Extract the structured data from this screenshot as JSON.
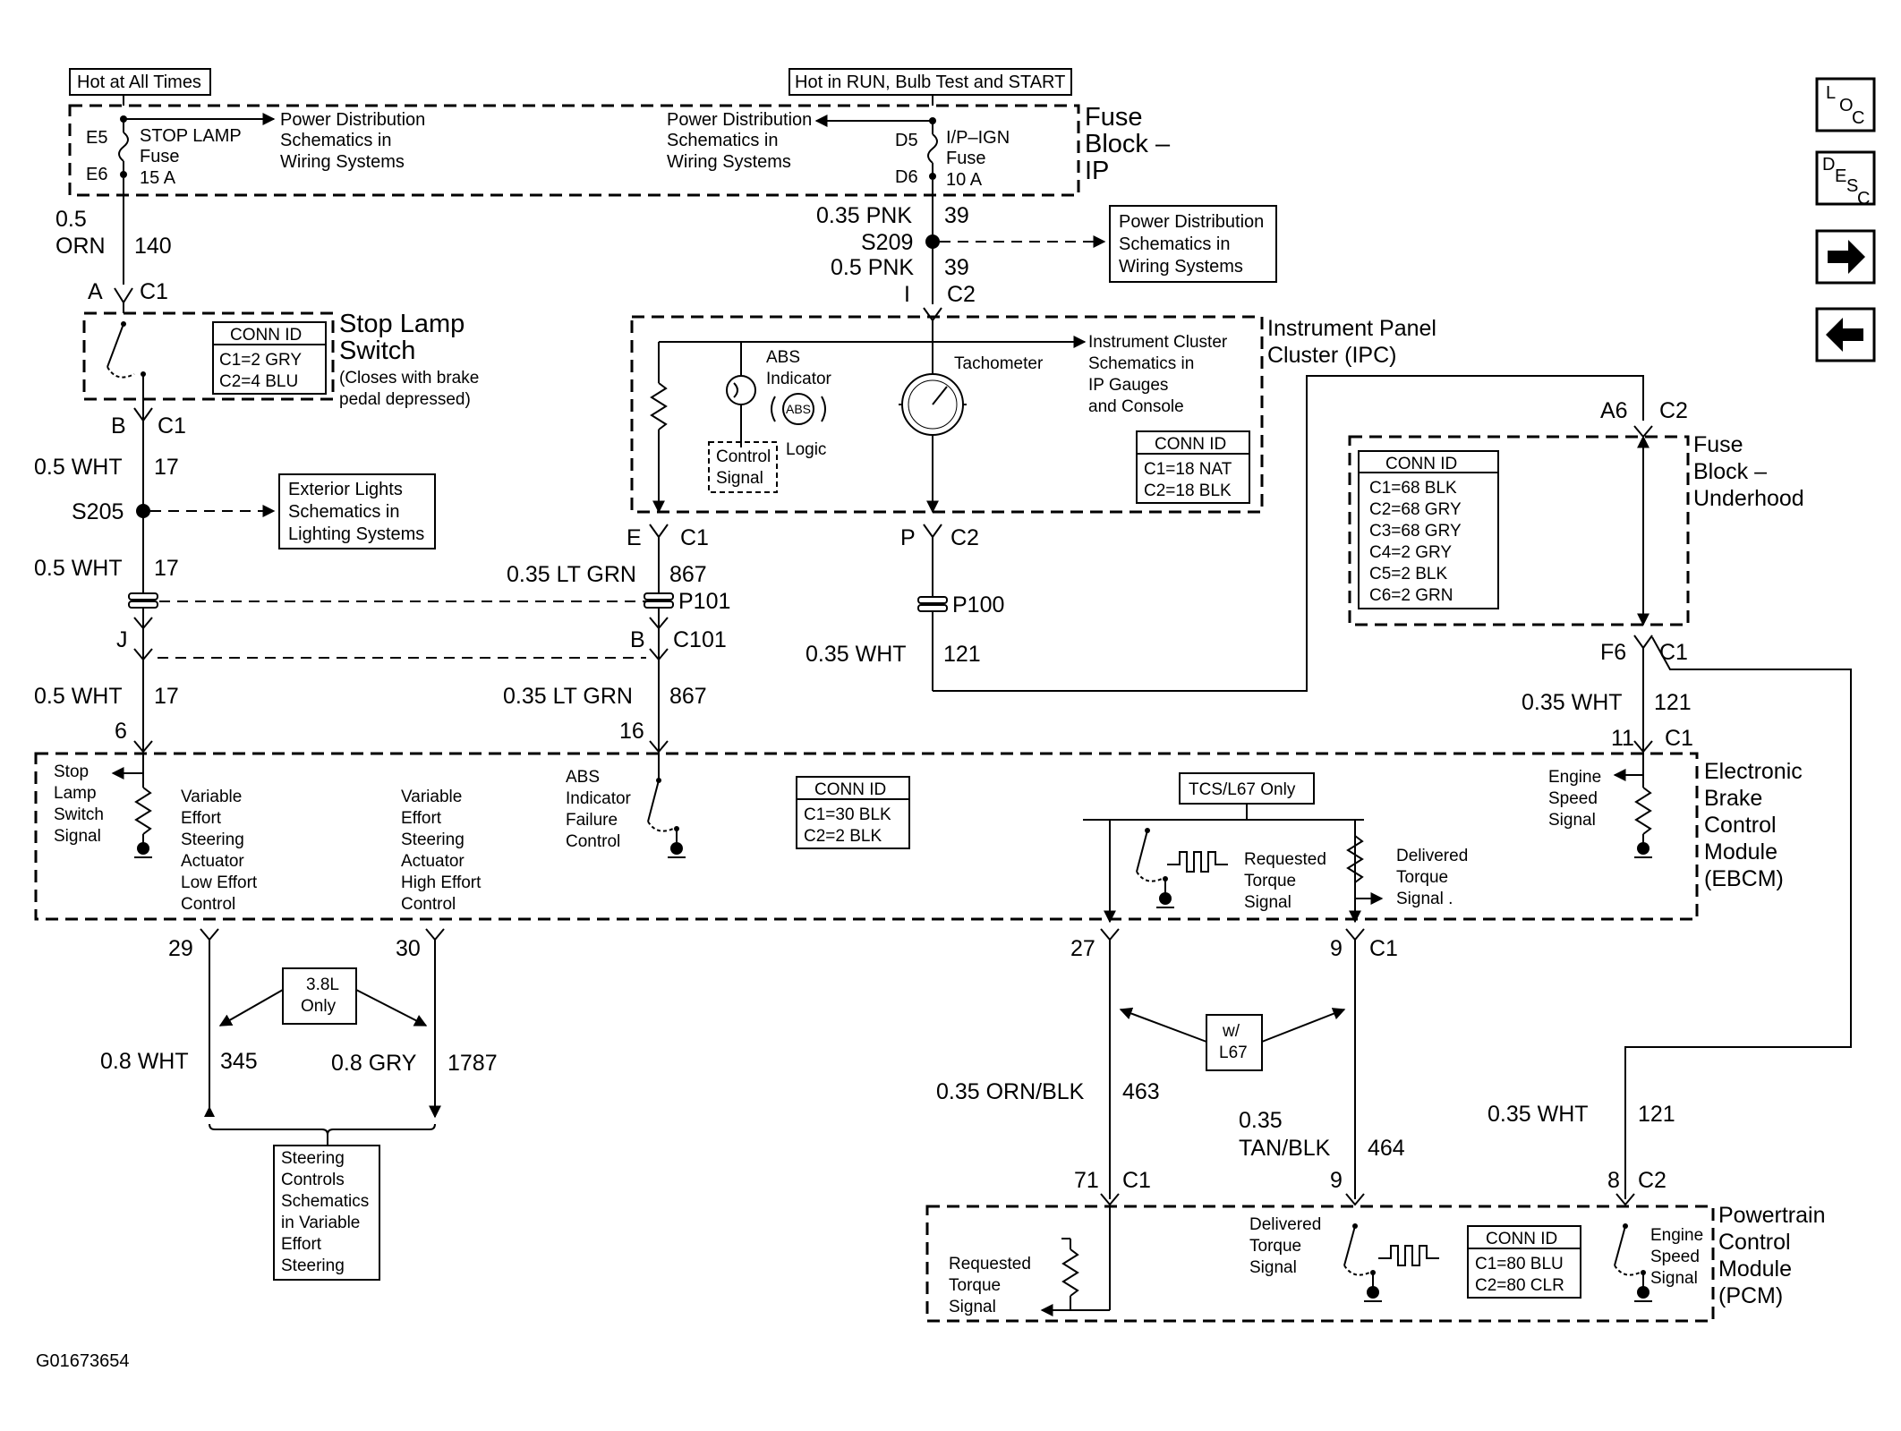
{
  "headers": {
    "hot_at_all_times": "Hot at All Times",
    "hot_in_run": "Hot in RUN, Bulb Test and START"
  },
  "nav": {
    "loc": "LOC",
    "desc": "DESC"
  },
  "fuse_block_ip": {
    "title_l1": "Fuse",
    "title_l2": "Block –",
    "title_l3": "IP",
    "e5": "E5",
    "e6": "E6",
    "stop_fuse_l1": "STOP LAMP",
    "stop_fuse_l2": "Fuse",
    "stop_fuse_l3": "15 A",
    "pd_left_l1": "Power Distribution",
    "pd_left_l2": "Schematics in",
    "pd_left_l3": "Wiring Systems",
    "pd_right_l1": "Power Distribution",
    "pd_right_l2": "Schematics in",
    "pd_right_l3": "Wiring Systems",
    "d5": "D5",
    "d6": "D6",
    "ign_fuse_l1": "I/P–IGN",
    "ign_fuse_l2": "Fuse",
    "ign_fuse_l3": "10 A"
  },
  "stop_lamp": {
    "w_size": "0.5",
    "w_color": "ORN",
    "w_circuit": "140",
    "pin_a": "A",
    "c1_top": "C1",
    "title_l1": "Stop Lamp",
    "title_l2": "Switch",
    "note_l1": "(Closes with brake",
    "note_l2": "pedal depressed)",
    "conn_title": "CONN ID",
    "conn_l1": "C1=2 GRY",
    "conn_l2": "C2=4 BLU",
    "pin_b": "B",
    "c1_bottom": "C1"
  },
  "left_col": {
    "w1_label": "0.5 WHT",
    "w1_circuit": "17",
    "s205": "S205",
    "ext_l1": "Exterior Lights",
    "ext_l2": "Schematics in",
    "ext_l3": "Lighting Systems",
    "w2_label": "0.5 WHT",
    "w2_circuit": "17",
    "pin_j": "J",
    "w3_label": "0.5 WHT",
    "w3_circuit": "17",
    "pin_6": "6"
  },
  "ipc_feed": {
    "w1_label": "0.35 PNK",
    "w1_circuit": "39",
    "s209": "S209",
    "w2_label": "0.5 PNK",
    "w2_circuit": "39",
    "pin_i": "I",
    "c2": "C2",
    "pd_l1": "Power Distribution",
    "pd_l2": "Schematics in",
    "pd_l3": "Wiring Systems"
  },
  "ipc": {
    "title_l1": "Instrument Panel",
    "title_l2": "Cluster (IPC)",
    "abs_l1": "ABS",
    "abs_l2": "Indicator",
    "abs_badge": "ABS",
    "logic": "Logic",
    "control_l1": "Control",
    "control_l2": "Signal",
    "tach": "Tachometer",
    "ic_l1": "Instrument Cluster",
    "ic_l2": "Schematics in",
    "ic_l3": "IP Gauges",
    "ic_l4": "and Console",
    "conn_title": "CONN ID",
    "conn_l1": "C1=18 NAT",
    "conn_l2": "C2=18 BLK",
    "pin_e": "E",
    "c1": "C1",
    "pin_p": "P",
    "c2": "C2"
  },
  "mid_col": {
    "w1_label": "0.35 LT GRN",
    "w1_circuit": "867",
    "p101": "P101",
    "pin_b": "B",
    "c101": "C101",
    "w2_label": "0.35 LT GRN",
    "w2_circuit": "867",
    "pin_16": "16",
    "p100": "P100",
    "w3_label": "0.35 WHT",
    "w3_circuit": "121"
  },
  "fuse_block_uh": {
    "a6": "A6",
    "c2": "C2",
    "title_l1": "Fuse",
    "title_l2": "Block –",
    "title_l3": "Underhood",
    "conn_title": "CONN ID",
    "conn_rows": [
      "C1=68 BLK",
      "C2=68 GRY",
      "C3=68 GRY",
      "C4=2 GRY",
      "C5=2 BLK",
      "C6=2 GRN"
    ],
    "f6": "F6",
    "c1": "C1",
    "w_label": "0.35 WHT",
    "w_circuit": "121",
    "pin_11": "11",
    "c1_b": "C1"
  },
  "ebcm": {
    "title_l1": "Electronic",
    "title_l2": "Brake",
    "title_l3": "Control",
    "title_l4": "Module",
    "title_l5": "(EBCM)",
    "stop_l1": "Stop",
    "stop_l2": "Lamp",
    "stop_l3": "Switch",
    "stop_l4": "Signal",
    "low_l1": "Variable",
    "low_l2": "Effort",
    "low_l3": "Steering",
    "low_l4": "Actuator",
    "low_l5": "Low Effort",
    "low_l6": "Control",
    "high_l1": "Variable",
    "high_l2": "Effort",
    "high_l3": "Steering",
    "high_l4": "Actuator",
    "high_l5": "High Effort",
    "high_l6": "Control",
    "absf_l1": "ABS",
    "absf_l2": "Indicator",
    "absf_l3": "Failure",
    "absf_l4": "Control",
    "conn_title": "CONN ID",
    "conn_l1": "C1=30 BLK",
    "conn_l2": "C2=2 BLK",
    "tcs": "TCS/L67 Only",
    "req_l1": "Requested",
    "req_l2": "Torque",
    "req_l3": "Signal",
    "del_l1": "Delivered",
    "del_l2": "Torque",
    "del_l3": "Signal .",
    "eng_l1": "Engine",
    "eng_l2": "Speed",
    "eng_l3": "Signal",
    "pin_29": "29",
    "pin_30": "30",
    "pin_27": "27",
    "pin_9": "9",
    "c1": "C1"
  },
  "steering": {
    "note_l1": "3.8L",
    "note_l2": "Only",
    "w1_label": "0.8 WHT",
    "w1_circuit": "345",
    "w2_label": "0.8 GRY",
    "w2_circuit": "1787",
    "box_l1": "Steering",
    "box_l2": "Controls",
    "box_l3": "Schematics",
    "box_l4": "in Variable",
    "box_l5": "Effort",
    "box_l6": "Steering"
  },
  "torque": {
    "wl67_l1": "w/",
    "wl67_l2": "L67",
    "w1_label": "0.35 ORN/BLK",
    "w1_circuit": "463",
    "w2_l1": "0.35",
    "w2_l2": "TAN/BLK",
    "w2_circuit": "464",
    "w3_label": "0.35 WHT",
    "w3_circuit": "121"
  },
  "pcm": {
    "title_l1": "Powertrain",
    "title_l2": "Control",
    "title_l3": "Module",
    "title_l4": "(PCM)",
    "pin_71": "71",
    "c1": "C1",
    "pin_9": "9",
    "pin_8": "8",
    "c2": "C2",
    "req_l1": "Requested",
    "req_l2": "Torque",
    "req_l3": "Signal",
    "del_l1": "Delivered",
    "del_l2": "Torque",
    "del_l3": "Signal",
    "conn_title": "CONN ID",
    "conn_l1": "C1=80 BLU",
    "conn_l2": "C2=80 CLR",
    "eng_l1": "Engine",
    "eng_l2": "Speed",
    "eng_l3": "Signal"
  },
  "footer": {
    "id": "G01673654"
  }
}
